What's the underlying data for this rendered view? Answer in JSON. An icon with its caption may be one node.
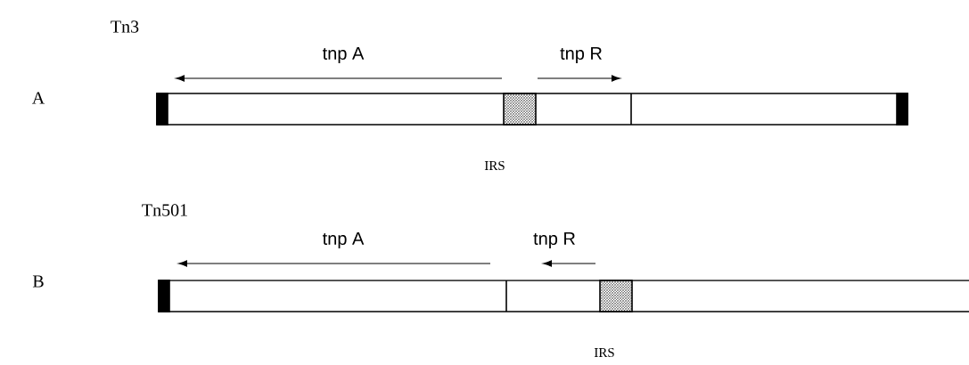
{
  "diagram": {
    "labels": [
      "Tn3",
      "A",
      "tnp A",
      "tnp R",
      "IRS",
      "Tn501",
      "B",
      "tnp A",
      "tnp R",
      "IRS"
    ]
  }
}
